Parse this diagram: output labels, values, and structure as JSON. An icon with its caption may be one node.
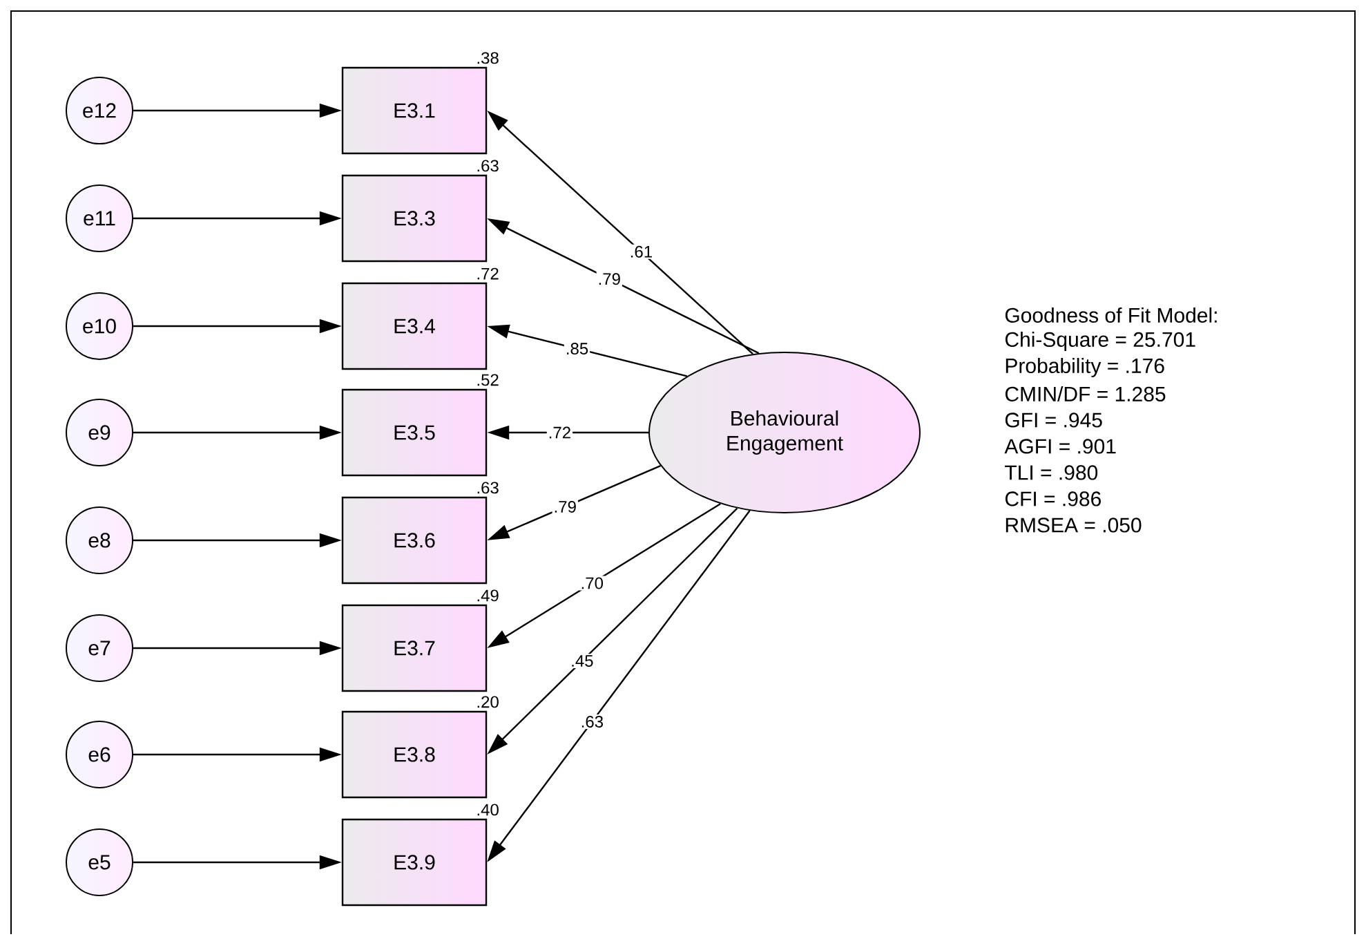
{
  "diagram": {
    "nodes": [
      {
        "text": [
          "e12"
        ]
      },
      {
        "text": [
          "e11"
        ]
      },
      {
        "text": [
          "e10"
        ]
      },
      {
        "text": [
          "e9"
        ]
      },
      {
        "text": [
          "e8"
        ]
      },
      {
        "text": [
          "e7"
        ]
      },
      {
        "text": [
          "e6"
        ]
      },
      {
        "text": [
          "e5"
        ]
      },
      {
        "text": [
          "E3.1"
        ],
        "beside": [
          ".38"
        ]
      },
      {
        "text": [
          "E3.3"
        ],
        "beside": [
          ".63"
        ]
      },
      {
        "text": [
          "E3.4"
        ],
        "beside": [
          ".72"
        ]
      },
      {
        "text": [
          "E3.5"
        ],
        "beside": [
          ".52"
        ]
      },
      {
        "text": [
          "E3.6"
        ],
        "beside": [
          ".63"
        ]
      },
      {
        "text": [
          "E3.7"
        ],
        "beside": [
          ".49"
        ]
      },
      {
        "text": [
          "E3.8"
        ],
        "beside": [
          ".20"
        ]
      },
      {
        "text": [
          "E3.9"
        ],
        "beside": [
          ".40"
        ]
      },
      {
        "text": [
          "Behavioural Engagement"
        ]
      }
    ],
    "edges": [
      {
        "from": 0,
        "to": 8,
        "arrow": "to"
      },
      {
        "from": 1,
        "to": 9,
        "arrow": "to"
      },
      {
        "from": 2,
        "to": 10,
        "arrow": "to"
      },
      {
        "from": 3,
        "to": 11,
        "arrow": "to"
      },
      {
        "from": 4,
        "to": 12,
        "arrow": "to"
      },
      {
        "from": 5,
        "to": 13,
        "arrow": "to"
      },
      {
        "from": 6,
        "to": 14,
        "arrow": "to"
      },
      {
        "from": 7,
        "to": 15,
        "arrow": "to"
      },
      {
        "from": 16,
        "to": 8,
        "arrow": "to",
        "label": ".61"
      },
      {
        "from": 16,
        "to": 9,
        "arrow": "to",
        "label": ".79"
      },
      {
        "from": 16,
        "to": 10,
        "arrow": "to",
        "label": ".85"
      },
      {
        "from": 16,
        "to": 11,
        "arrow": "to",
        "label": ".72"
      },
      {
        "from": 16,
        "to": 12,
        "arrow": "to",
        "label": ".79"
      },
      {
        "from": 16,
        "to": 13,
        "arrow": "to",
        "label": ".70"
      },
      {
        "from": 16,
        "to": 14,
        "arrow": "to",
        "label": ".45"
      },
      {
        "from": 16,
        "to": 15,
        "arrow": "to",
        "label": ".63"
      }
    ],
    "labels": [
      "Goodness of Fit Model:",
      "Chi-Square = 25.701",
      "Probability = .176",
      "CMIN/DF = 1.285",
      "GFI  = .945",
      "AGFI  = .901",
      "TLI  = .980",
      "CFI  = .986",
      "RMSEA = .050"
    ]
  }
}
